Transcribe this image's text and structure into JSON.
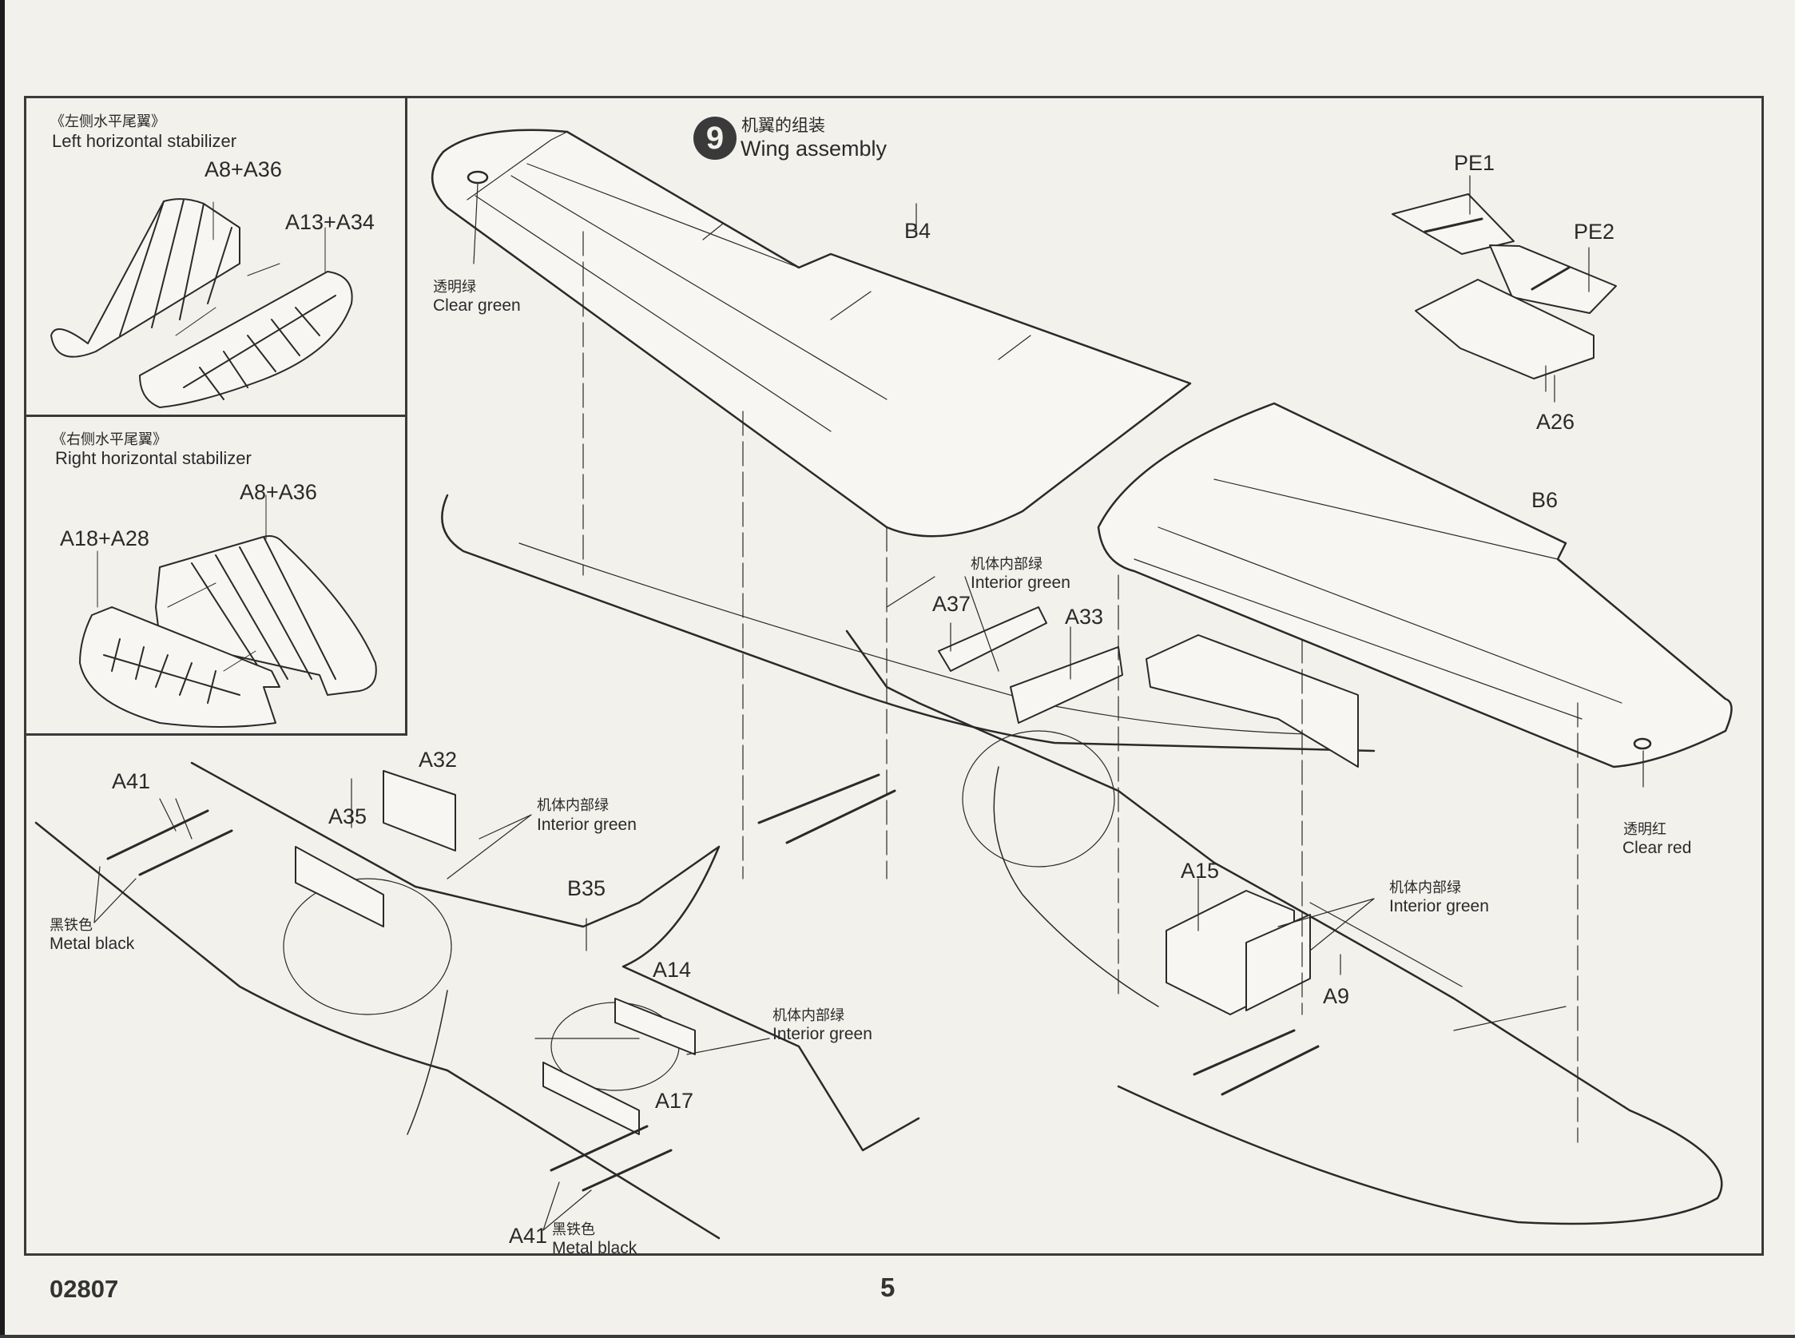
{
  "document": {
    "kit_number": "02807",
    "page_number": "5"
  },
  "step": {
    "number": "9",
    "title_cn": "机翼的组装",
    "title_en": "Wing assembly"
  },
  "insets": {
    "left_stabilizer": {
      "title_cn": "《左侧水平尾翼》",
      "title_en": "Left horizontal stabilizer",
      "parts": [
        "A8+A36",
        "A13+A34"
      ]
    },
    "right_stabilizer": {
      "title_cn": "《右侧水平尾翼》",
      "title_en": "Right horizontal stabilizer",
      "parts": [
        "A8+A36",
        "A18+A28"
      ]
    }
  },
  "parts": {
    "B4": "B4",
    "B6": "B6",
    "B35": "B35",
    "PE1": "PE1",
    "PE2": "PE2",
    "A26": "A26",
    "A37": "A37",
    "A33": "A33",
    "A15": "A15",
    "A9": "A9",
    "A41_top": "A41",
    "A41_bottom": "A41",
    "A35": "A35",
    "A32": "A32",
    "A14": "A14",
    "A17": "A17"
  },
  "paint_callouts": {
    "clear_green": {
      "cn": "透明绿",
      "en": "Clear green",
      "color": "#3fa34d"
    },
    "clear_red": {
      "cn": "透明红",
      "en": "Clear red",
      "color": "#c0392b"
    },
    "interior_green_1": {
      "cn": "机体内部绿",
      "en": "Interior green",
      "color": "#7c8f5a"
    },
    "interior_green_2": {
      "cn": "机体内部绿",
      "en": "Interior green",
      "color": "#7c8f5a"
    },
    "interior_green_3": {
      "cn": "机体内部绿",
      "en": "Interior green",
      "color": "#7c8f5a"
    },
    "interior_green_4": {
      "cn": "机体内部绿",
      "en": "Interior green",
      "color": "#7c8f5a"
    },
    "metal_black_1": {
      "cn": "黑铁色",
      "en": "Metal black",
      "color": "#2b2b2b"
    },
    "metal_black_2": {
      "cn": "黑铁色",
      "en": "Metal black",
      "color": "#2b2b2b"
    }
  }
}
